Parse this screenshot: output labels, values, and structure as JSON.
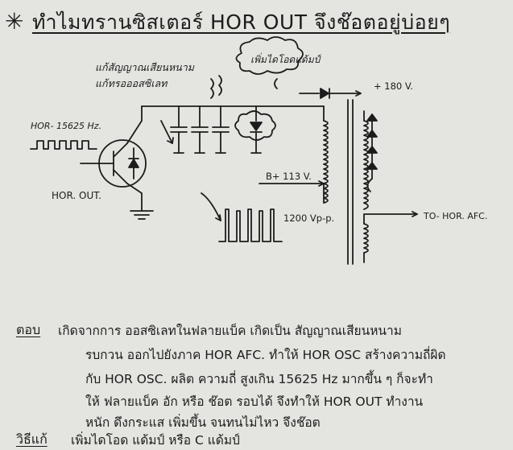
{
  "title": {
    "star": "✳",
    "text": "ทำไมทรานซิสเตอร์ HOR OUT จึงช๊อตอยู่บ่อยๆ"
  },
  "diagram": {
    "note_left_line1": "แก้สัญญาณเสียนหนาม",
    "note_left_line2": "แก้ทรอออสซิเลท",
    "note_cloud": "เพิ่มไดโอดแด้มป์",
    "label_hor_in": "HOR- 15625 Hz.",
    "label_hor_out": "HOR. OUT.",
    "label_plus180": "+ 180 V.",
    "label_b113": "B+ 113 V.",
    "label_1200": "1200 Vp-p.",
    "label_to_afc": "TO- HOR. AFC."
  },
  "answer": {
    "label": "ตอบ",
    "line1": "เกิดจากการ ออสซิเลทในฟลายแบ็ค เกิดเป็น สัญญาณเสียนหนาม",
    "line2": "รบกวน ออกไปยังภาค HOR AFC. ทำให้ HOR OSC สร้างความถี่ผิด",
    "line3": "กับ HOR OSC. ผลิต ความถี่ สูงเกิน 15625 Hz มากขึ้น ๆ ก็จะทำ",
    "line4": "ให้ ฟลายแบ็ค อัก หรือ ช๊อต รอบได้ จึงทำให้ HOR OUT ทำงาน",
    "line5": "หนัก ดึงกระแส เพิ่มขึ้น จนทนไม่ไหว จึงช๊อต"
  },
  "fix": {
    "label": "วิธีแก้",
    "text": "เพิ่มไดโอด แด้มป์ หรือ C แด้มป์"
  }
}
